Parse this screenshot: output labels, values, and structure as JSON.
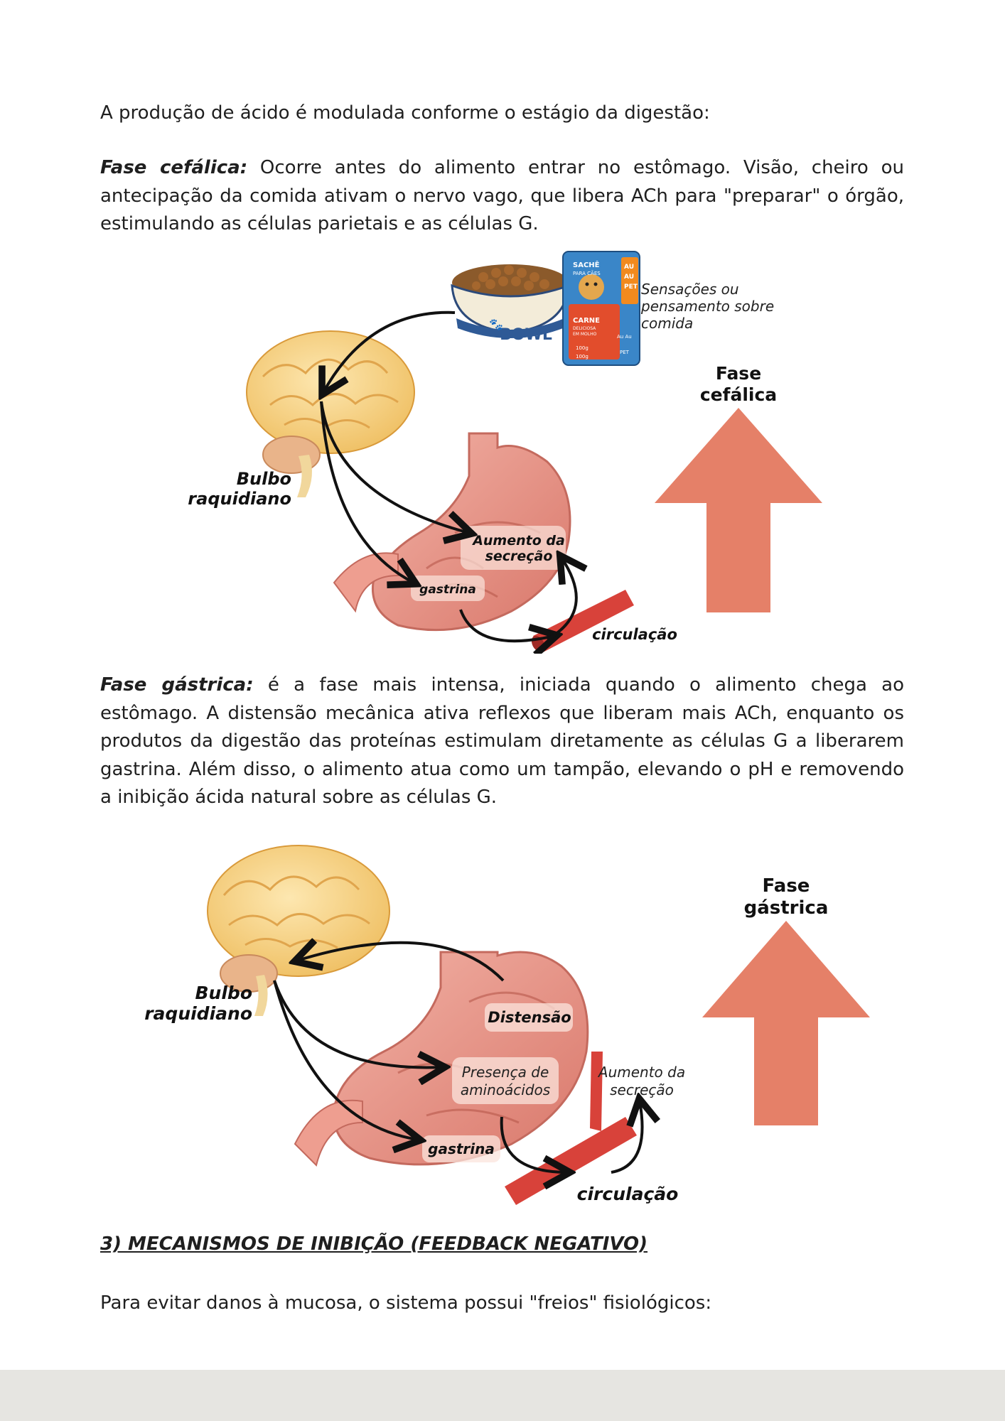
{
  "intro": "A produção de ácido é modulada conforme o estágio da digestão:",
  "cephalic": {
    "term": "Fase cefálica:",
    "text": " Ocorre antes do alimento entrar no estômago. Visão, cheiro ou antecipação da comida ativam o nervo vago, que libera ACh para \"preparar\" o órgão, estimulando as células parietais e as células G."
  },
  "figure1": {
    "stimulus": [
      "Sensações ou",
      "pensamento sobre",
      "comida"
    ],
    "bowl_label": "BOWL",
    "pouch_top": [
      "SACHÊ",
      "PARA CÃES"
    ],
    "pouch_side": [
      "AU",
      "AU",
      "PET"
    ],
    "pouch_main": [
      "CARNE",
      "DELICIOSA",
      "EM MOLHO"
    ],
    "pouch_small": [
      "Au Au",
      "PET"
    ],
    "pouch_weight": [
      "100g",
      "100g"
    ],
    "bulbo": [
      "Bulbo",
      "raquidiano"
    ],
    "secretion": [
      "Aumento da",
      "secreção"
    ],
    "gastrina": "gastrina",
    "circulacao": "circulação",
    "phase": [
      "Fase",
      "cefálica"
    ],
    "arrow_color": "#e58068"
  },
  "gastric": {
    "term": "Fase gástrica:",
    "text": " é a fase mais intensa, iniciada quando o alimento chega ao estômago. A distensão mecânica ativa reflexos que liberam mais ACh, enquanto os produtos da digestão das proteínas estimulam diretamente as células G a liberarem gastrina. Além disso, o alimento atua como um tampão, elevando o pH e removendo a inibição ácida natural sobre as células G."
  },
  "figure2": {
    "bulbo": [
      "Bulbo",
      "raquidiano"
    ],
    "distensao": "Distensão",
    "amino": [
      "Presença de",
      "aminoácidos"
    ],
    "secretion": [
      "Aumento da",
      "secreção"
    ],
    "gastrina": "gastrina",
    "circulacao": "circulação",
    "phase": [
      "Fase",
      "gástrica"
    ],
    "arrow_color": "#e58068"
  },
  "section3": {
    "heading": "3) MECANISMOS DE INIBIÇÃO (FEEDBACK NEGATIVO)",
    "text": "Para evitar danos à mucosa, o sistema possui \"freios\" fisiológicos:"
  }
}
